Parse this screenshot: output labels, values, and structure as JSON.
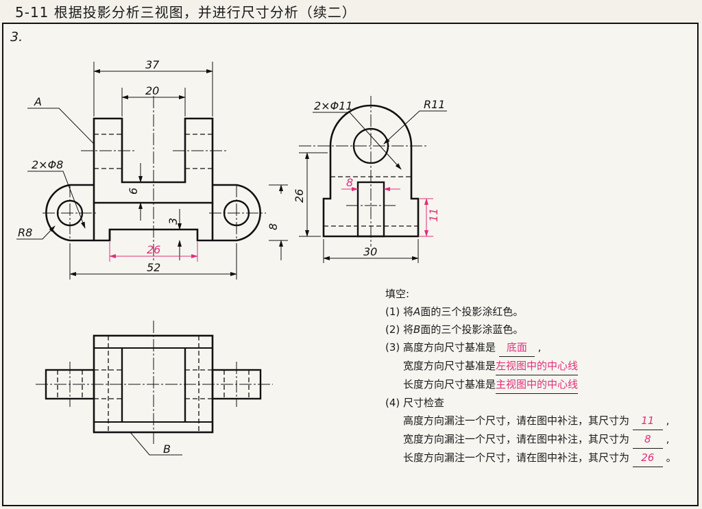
{
  "header": {
    "title": "5-11  根据投影分析三视图，并进行尺寸分析（续二）"
  },
  "problem": {
    "number": "3."
  },
  "labels": {
    "face_a": "A",
    "face_b": "B"
  },
  "front_view": {
    "dims": {
      "d37": "37",
      "d20": "20",
      "d6": "6",
      "d3": "3",
      "d8": "8",
      "d26": "26",
      "d52": "52",
      "hole": "2×Φ8",
      "radius": "R8"
    }
  },
  "side_view": {
    "dims": {
      "hole": "2×Φ11",
      "radius": "R11",
      "d26": "26",
      "d8": "8",
      "d11": "11",
      "d30": "30"
    }
  },
  "questions": {
    "heading": "填空:",
    "q1": {
      "num": "(1)",
      "pre": "将",
      "letter": "A",
      "post": "面的三个投影涂红色。"
    },
    "q2": {
      "num": "(2)",
      "pre": "将",
      "letter": "B",
      "post": "面的三个投影涂蓝色。"
    },
    "q3": {
      "num": "(3)",
      "height_label": "高度方向尺寸基准是",
      "height_answer": "底面",
      "width_label": "宽度方向尺寸基准是",
      "width_answer": "左视图中的中心线",
      "length_label": "长度方向尺寸基准是",
      "length_answer": "主视图中的中心线",
      "comma": ","
    },
    "q4": {
      "num": "(4)",
      "title": "尺寸检查",
      "height_text": "高度方向漏注一个尺寸，请在图中补注，其尺寸为",
      "height_answer": "11",
      "width_text": "宽度方向漏注一个尺寸，请在图中补注，其尺寸为",
      "width_answer": "8",
      "length_text": "长度方向漏注一个尺寸，请在图中补注，其尺寸为",
      "length_answer": "26",
      "comma": ",",
      "period": "。"
    }
  },
  "colors": {
    "answer": "#e0307a",
    "line": "#111111",
    "paper": "#f6f5f0"
  }
}
